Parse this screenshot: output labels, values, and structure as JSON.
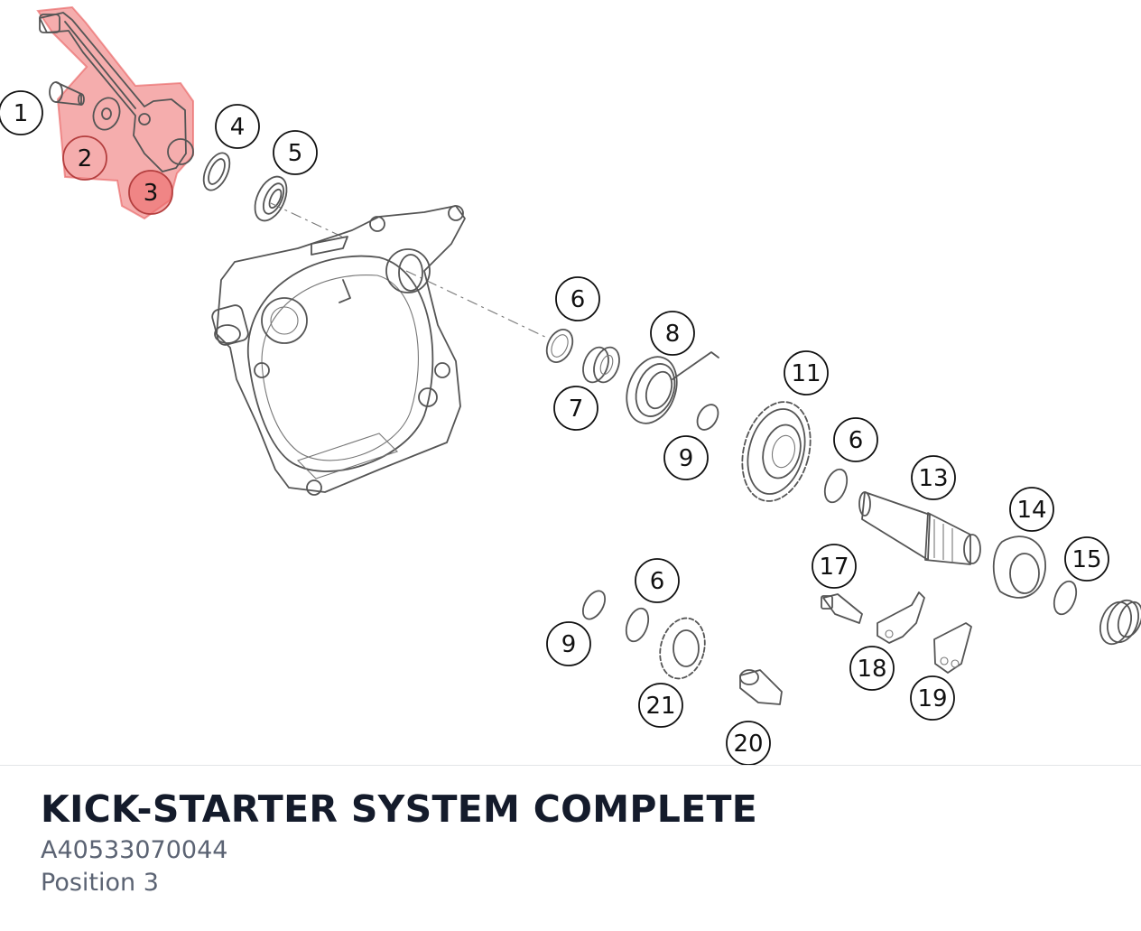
{
  "part": {
    "title": "KICK-STARTER SYSTEM COMPLETE",
    "number": "A40533070044",
    "position": "Position 3"
  },
  "highlight_color": "#e85c5c",
  "callouts": [
    {
      "id": "c1",
      "label": "1"
    },
    {
      "id": "c2",
      "label": "2",
      "highlighted": true
    },
    {
      "id": "c3",
      "label": "3",
      "highlighted": true,
      "selected": true
    },
    {
      "id": "c4",
      "label": "4"
    },
    {
      "id": "c5",
      "label": "5"
    },
    {
      "id": "c6a",
      "label": "6"
    },
    {
      "id": "c7",
      "label": "7"
    },
    {
      "id": "c8",
      "label": "8"
    },
    {
      "id": "c9a",
      "label": "9"
    },
    {
      "id": "c11",
      "label": "11"
    },
    {
      "id": "c6b",
      "label": "6"
    },
    {
      "id": "c13",
      "label": "13"
    },
    {
      "id": "c14",
      "label": "14"
    },
    {
      "id": "c15",
      "label": "15"
    },
    {
      "id": "c17",
      "label": "17"
    },
    {
      "id": "c6c",
      "label": "6"
    },
    {
      "id": "c9b",
      "label": "9"
    },
    {
      "id": "c18",
      "label": "18"
    },
    {
      "id": "c19",
      "label": "19"
    },
    {
      "id": "c21",
      "label": "21"
    },
    {
      "id": "c20",
      "label": "20"
    }
  ]
}
